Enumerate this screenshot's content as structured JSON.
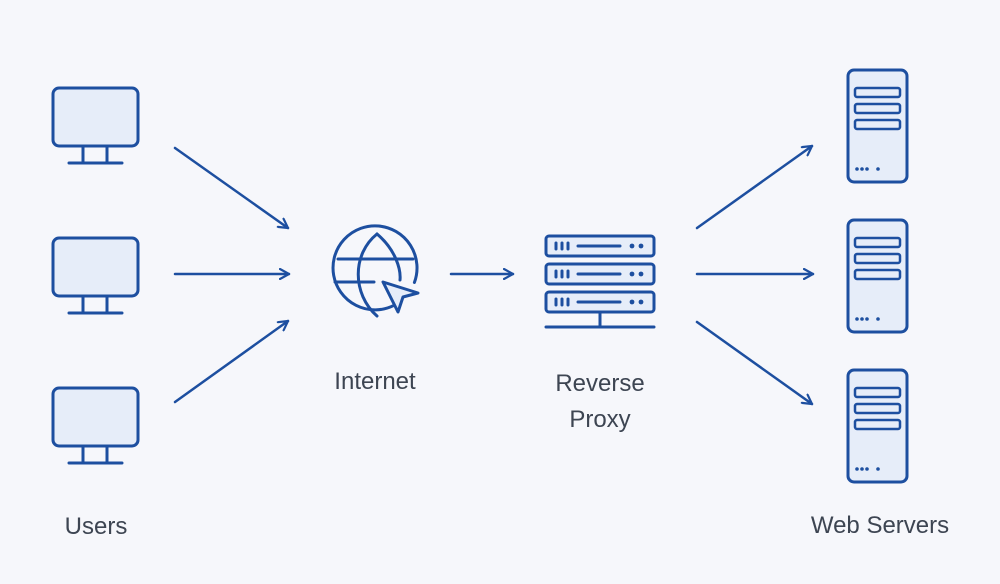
{
  "labels": {
    "users": "Users",
    "internet": "Internet",
    "reverse_proxy_line1": "Reverse",
    "reverse_proxy_line2": "Proxy",
    "web_servers": "Web Servers"
  },
  "colors": {
    "background": "#f6f7fb",
    "stroke": "#1d4fa0",
    "fill": "#e6edf9",
    "text": "#3d4552"
  },
  "icons": {
    "users": [
      "monitor-icon",
      "monitor-icon",
      "monitor-icon"
    ],
    "internet": "globe-cursor-icon",
    "reverse_proxy": "server-rack-icon",
    "web_servers": [
      "server-tower-icon",
      "server-tower-icon",
      "server-tower-icon"
    ]
  }
}
